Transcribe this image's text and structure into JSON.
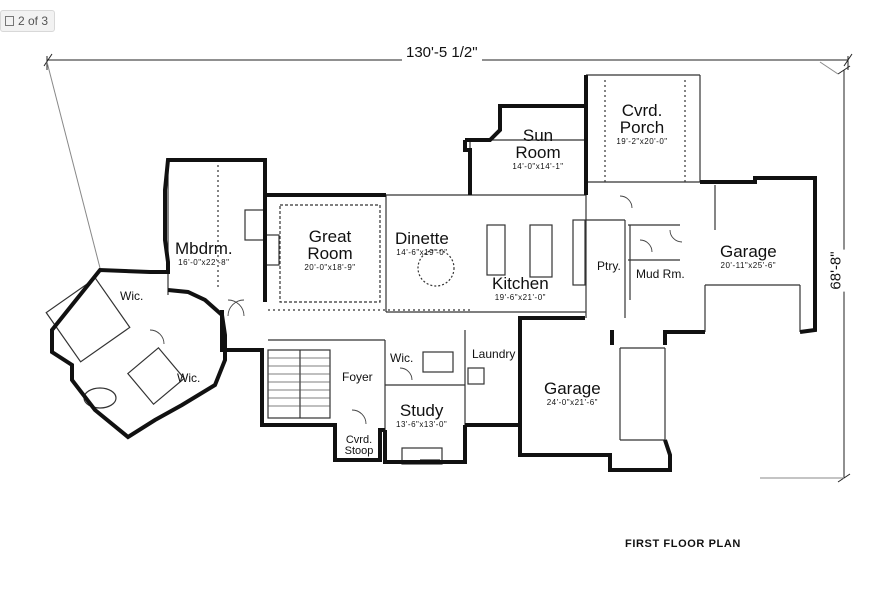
{
  "viewer": {
    "page_counter": "2 of 3"
  },
  "plan": {
    "caption": "FIRST FLOOR PLAN",
    "overall_width": "130'-5 1/2\"",
    "overall_depth": "68'-8\""
  },
  "rooms": {
    "mbdrm": {
      "name": "Mbdrm.",
      "dims": "16'-0\"x22'-8\""
    },
    "great_room": {
      "name": "Great Room",
      "dims": "20'-0\"x18'-9\""
    },
    "dinette": {
      "name": "Dinette",
      "dims": "14'-6\"x19'-0\""
    },
    "sun_room": {
      "name": "Sun Room",
      "dims": "14'-0\"x14'-1\""
    },
    "cvrd_porch": {
      "name": "Cvrd. Porch",
      "dims": "19'-2\"x20'-0\""
    },
    "kitchen": {
      "name": "Kitchen",
      "dims": "19'-6\"x21'-0\""
    },
    "ptry": {
      "name": "Ptry."
    },
    "mud_rm": {
      "name": "Mud Rm."
    },
    "garage_side": {
      "name": "Garage",
      "dims": "20'-11\"x25'-6\""
    },
    "garage_main": {
      "name": "Garage",
      "dims": "24'-0\"x21'-6\""
    },
    "wic_upper": {
      "name": "Wic."
    },
    "wic_lower": {
      "name": "Wic."
    },
    "wic_hall": {
      "name": "Wic."
    },
    "foyer": {
      "name": "Foyer"
    },
    "laundry": {
      "name": "Laundry"
    },
    "study": {
      "name": "Study",
      "dims": "13'-6\"x13'-0\""
    },
    "cvrd_stoop": {
      "name": "Cvrd. Stoop"
    }
  }
}
